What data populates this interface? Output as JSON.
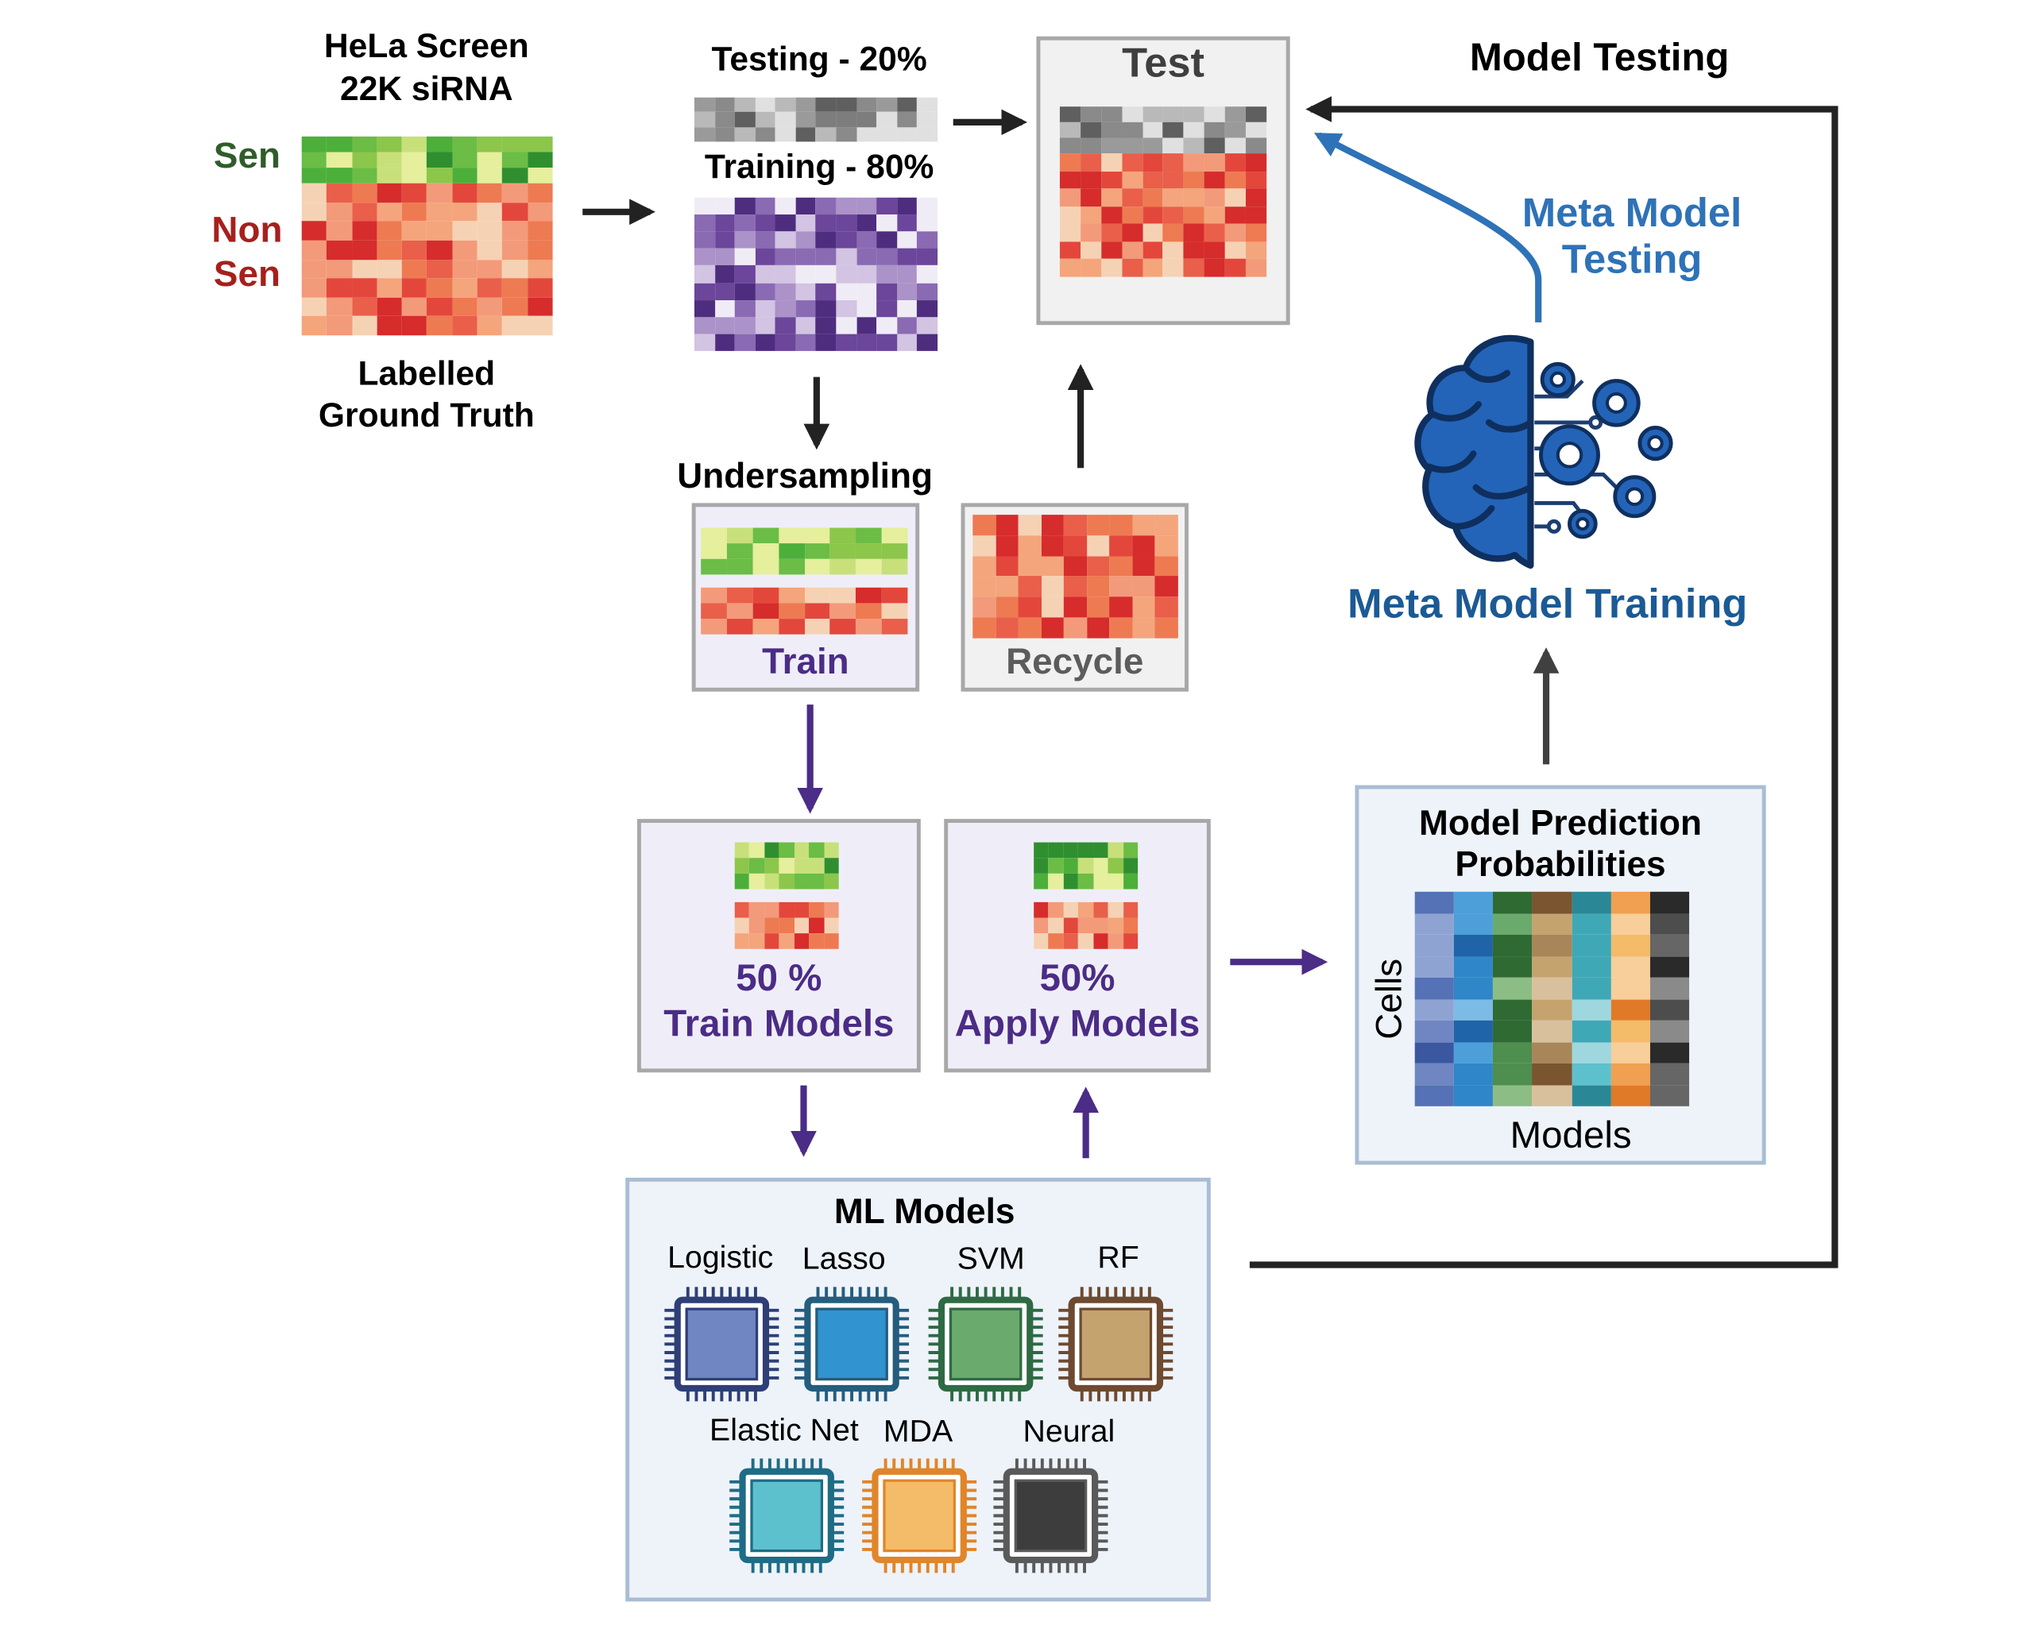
{
  "hela": {
    "title_line1": "HeLa Screen",
    "title_line2": "22K siRNA",
    "sen": "Sen",
    "non_sen_1": "Non",
    "non_sen_2": "Sen",
    "footer_1": "Labelled",
    "footer_2": "Ground Truth"
  },
  "split": {
    "testing": "Testing - 20%",
    "training": "Training - 80%"
  },
  "test_box": {
    "label": "Test"
  },
  "model_testing": {
    "label": "Model Testing"
  },
  "meta_testing": {
    "line1": "Meta Model",
    "line2": "Testing"
  },
  "meta_training": {
    "label": "Meta Model Training"
  },
  "undersampling": {
    "label": "Undersampling",
    "train": "Train",
    "recycle": "Recycle"
  },
  "train_models": {
    "pct": "50 %",
    "label": "Train Models"
  },
  "apply_models": {
    "pct": "50%",
    "label": "Apply Models"
  },
  "predictions": {
    "title_1": "Model Prediction",
    "title_2": "Probabilities",
    "y_label": "Cells",
    "x_label": "Models"
  },
  "ml_models": {
    "title": "ML Models",
    "chips": [
      {
        "label": "Logistic",
        "color": "#6f86c2",
        "frame": "#2e3f77"
      },
      {
        "label": "Lasso",
        "color": "#3193cf",
        "frame": "#245d7e"
      },
      {
        "label": "SVM",
        "color": "#6aaa6c",
        "frame": "#2e6a43"
      },
      {
        "label": "RF",
        "color": "#c4a36f",
        "frame": "#6e4a31"
      },
      {
        "label": "Elastic Net",
        "color": "#5dc1cd",
        "frame": "#1f6c86"
      },
      {
        "label": "MDA",
        "color": "#f4bb68",
        "frame": "#e0852a"
      },
      {
        "label": "Neural",
        "color": "#3d3d3d",
        "frame": "#5a5a5a"
      }
    ]
  },
  "colors": {
    "purple": "#4b2c86",
    "meta_blue": "#2e72b8",
    "meta_dark_blue": "#1b5a95",
    "brain": "#2364b8",
    "sen_green": "#2f5d2a",
    "nonsen_red": "#a6201d"
  }
}
